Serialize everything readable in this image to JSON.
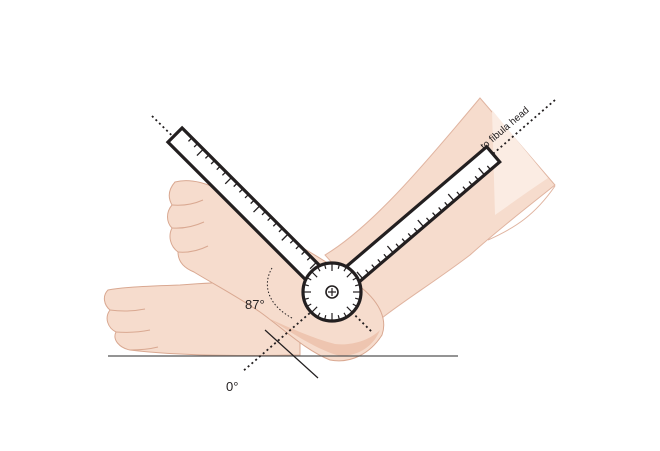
{
  "labels": {
    "angle_measure": "87°",
    "zero_reference": "0°",
    "fibula_head": "to fibula head"
  },
  "colors": {
    "skin": "#f6dccd",
    "skin_light": "#fbece3",
    "skin_shadow": "#eec5b0",
    "outline": "#d9a891",
    "instrument": "#231f20",
    "floor": "#555555"
  },
  "instrument": {
    "type": "goniometer",
    "arm_count": 2
  }
}
